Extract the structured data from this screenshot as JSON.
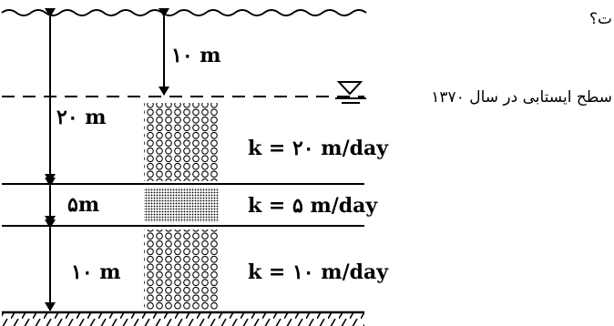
{
  "diagram": {
    "question_fragment": "ت؟",
    "water_table_label": "سطح ایستابی در سال ۱۳۷۰",
    "drawdown_label": "۱۰ m",
    "layers": [
      {
        "thickness_label": "۲۰ m",
        "k_label": "k = ۲۰ m/day",
        "pattern": "coarse"
      },
      {
        "thickness_label": "۵m",
        "k_label": "k = ۵ m/day",
        "pattern": "fine"
      },
      {
        "thickness_label": "۱۰ m",
        "k_label": "k = ۱۰ m/day",
        "pattern": "coarse"
      }
    ]
  }
}
